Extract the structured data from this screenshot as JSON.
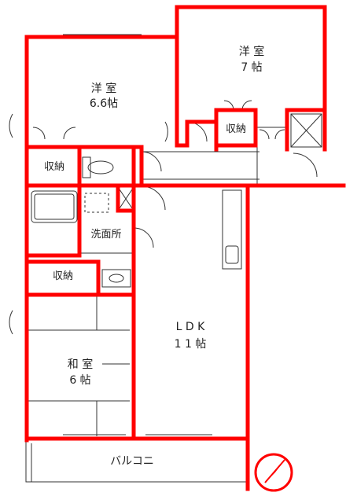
{
  "plan": {
    "colors": {
      "wall": "#ff0000",
      "line": "#333333",
      "text": "#222222",
      "background": "#ffffff"
    },
    "rooms": {
      "western_a": {
        "name": "洋 室",
        "size": "6.6帖"
      },
      "western_b": {
        "name": "洋 室",
        "size": "7 帖"
      },
      "storage": "収納",
      "washroom": "洗面所",
      "ldk": {
        "name": "L D K",
        "size": "1 1 帖"
      },
      "japanese": {
        "name": "和 室",
        "size": "6 帖"
      },
      "balcony": "バルコニ"
    },
    "compass_icon": "north-arrow-icon"
  }
}
